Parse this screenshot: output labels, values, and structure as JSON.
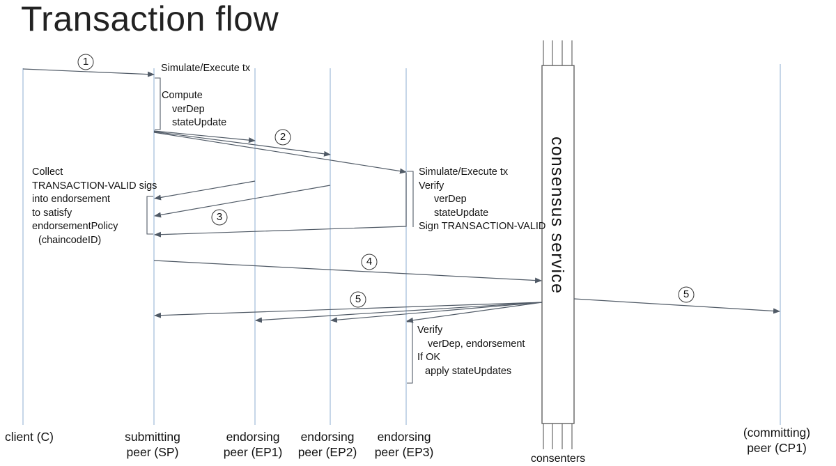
{
  "title": "Transaction flow",
  "actors": {
    "client": "client (C)",
    "sp_line1": "submitting",
    "sp_line2": "peer (SP)",
    "ep1_line1": "endorsing",
    "ep1_line2": "peer (EP1)",
    "ep2_line1": "endorsing",
    "ep2_line2": "peer (EP2)",
    "ep3_line1": "endorsing",
    "ep3_line2": "peer (EP3)",
    "consenters": "consenters",
    "cp_line1": "(committing)",
    "cp_line2": "peer (CP1)"
  },
  "consensus_label": "consensus service",
  "steps": {
    "s1": "1",
    "s2": "2",
    "s3": "3",
    "s4": "4",
    "s5a": "5",
    "s5b": "5"
  },
  "notes": {
    "sim_exec_sp": "Simulate/Execute tx",
    "compute": [
      "Compute",
      "verDep",
      "stateUpdate"
    ],
    "collect": [
      "Collect",
      "TRANSACTION-VALID sigs",
      "into endorsement",
      "to satisfy",
      "endorsementPolicy",
      "(chaincodeID)"
    ],
    "endorse": [
      "Simulate/Execute tx",
      "Verify",
      "verDep",
      "stateUpdate",
      "Sign TRANSACTION-VALID"
    ],
    "verify": [
      "Verify",
      "verDep, endorsement",
      "If OK",
      "apply stateUpdates"
    ]
  },
  "colors": {
    "lifeline": "#a8bfdc",
    "arrow": "#505a66",
    "text": "#111111"
  }
}
